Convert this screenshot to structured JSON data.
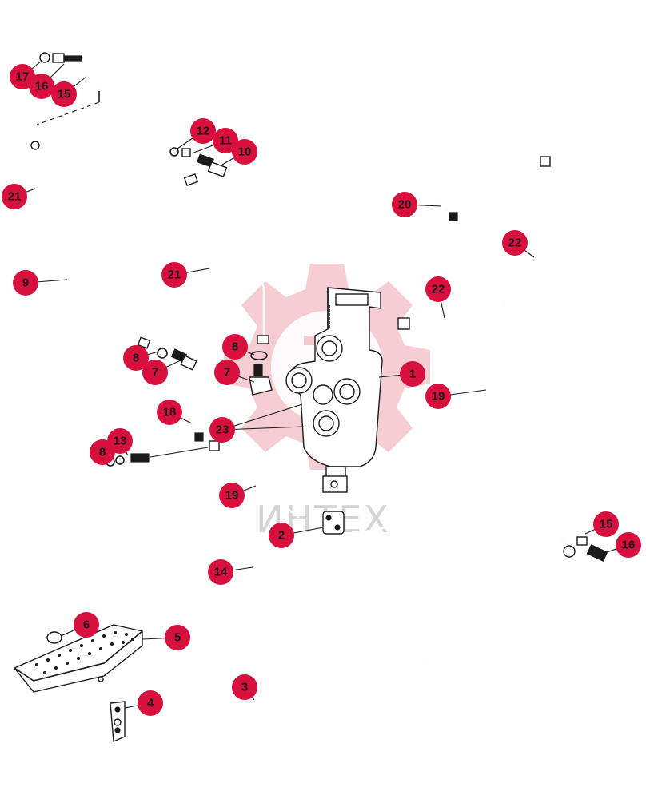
{
  "brand": {
    "accent": "#d8103d",
    "watermark_color": "#f4c4cb",
    "watermark_text": "ИНТЕХ"
  },
  "callouts": [
    {
      "id": "c17",
      "label": "17"
    },
    {
      "id": "c16a",
      "label": "16"
    },
    {
      "id": "c15a",
      "label": "15"
    },
    {
      "id": "c12",
      "label": "12"
    },
    {
      "id": "c11",
      "label": "11"
    },
    {
      "id": "c10",
      "label": "10"
    },
    {
      "id": "c21a",
      "label": "21"
    },
    {
      "id": "c20",
      "label": "20"
    },
    {
      "id": "c22a",
      "label": "22"
    },
    {
      "id": "c9",
      "label": "9"
    },
    {
      "id": "c21b",
      "label": "21"
    },
    {
      "id": "c22b",
      "label": "22"
    },
    {
      "id": "c8a",
      "label": "8"
    },
    {
      "id": "c8b",
      "label": "8"
    },
    {
      "id": "c7a",
      "label": "7"
    },
    {
      "id": "c7b",
      "label": "7"
    },
    {
      "id": "c1",
      "label": "1"
    },
    {
      "id": "c19a",
      "label": "19"
    },
    {
      "id": "c18",
      "label": "18"
    },
    {
      "id": "c23",
      "label": "23"
    },
    {
      "id": "c13",
      "label": "13"
    },
    {
      "id": "c8c",
      "label": "8"
    },
    {
      "id": "c19b",
      "label": "19"
    },
    {
      "id": "c2",
      "label": "2"
    },
    {
      "id": "c15b",
      "label": "15"
    },
    {
      "id": "c16b",
      "label": "16"
    },
    {
      "id": "c14",
      "label": "14"
    },
    {
      "id": "c6",
      "label": "6"
    },
    {
      "id": "c5",
      "label": "5"
    },
    {
      "id": "c3",
      "label": "3"
    },
    {
      "id": "c4",
      "label": "4"
    }
  ]
}
